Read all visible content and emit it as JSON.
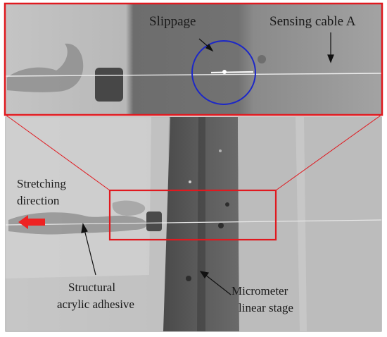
{
  "labels": {
    "slippage": "Slippage",
    "sensing_cable": "Sensing cable A",
    "stretching_line1": "Stretching",
    "stretching_line2": "direction",
    "adhesive_line1": "Structural",
    "adhesive_line2": "acrylic adhesive",
    "stage_line1": "Micrometer",
    "stage_line2": "linear stage"
  },
  "colors": {
    "highlight_frame": "#e0191f",
    "slippage_circle": "#1c27c8",
    "direction_arrow": "#ee2222"
  }
}
